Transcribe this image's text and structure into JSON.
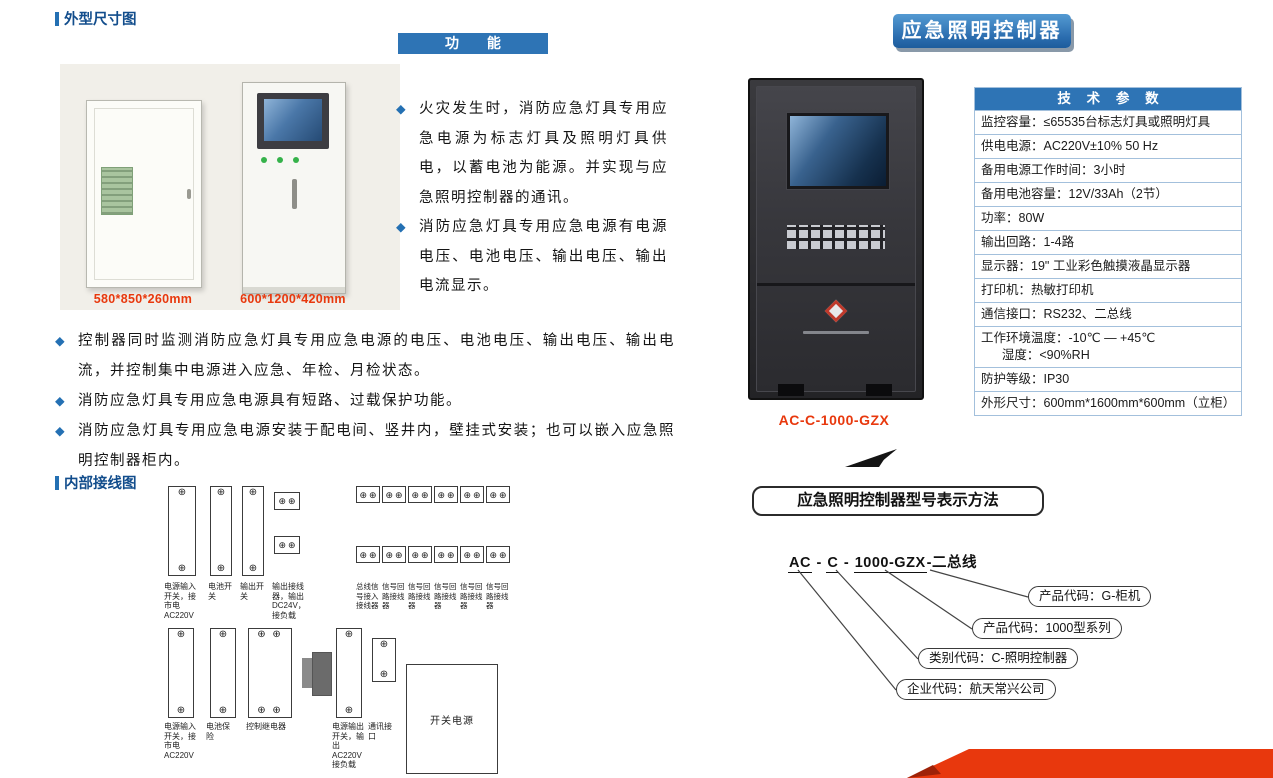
{
  "colors": {
    "accent_blue": "#2e74b5",
    "red_accent": "#e8380d",
    "table_border": "#a3c0dc"
  },
  "icons": {
    "bullet-diamond": "◆",
    "terminal-screw": "⊕",
    "arrow-icon": "black solid dart triangle",
    "red-ribbon": "red banner shape bottom-right"
  },
  "left": {
    "dimensions": {
      "title": "外型尺寸图",
      "small_label": "580*850*260mm",
      "large_label": "600*1200*420mm"
    },
    "functions": {
      "header": "功 能",
      "bullets": [
        "火灾发生时，消防应急灯具专用应急电源为标志灯具及照明灯具供电，以蓄电池为能源。并实现与应急照明控制器的通讯。",
        "消防应急灯具专用应急电源有电源电压、电池电压、输出电压、输出电流显示。"
      ]
    },
    "features": [
      "控制器同时监测消防应急灯具专用应急电源的电压、电池电压、输出电压、输出电流，并控制集中电源进入应急、年检、月检状态。",
      "消防应急灯具专用应急电源具有短路、过载保护功能。",
      "消防应急灯具专用应急电源安装于配电间、竖井内，壁挂式安装；也可以嵌入应急照明控制器柜内。"
    ],
    "wiring": {
      "title": "内部接线图",
      "top_labels": [
        "电源输入开关，接市电AC220V",
        "电池开关",
        "输出开关",
        "输出接线器，输出DC24V，接负载",
        "总线信号接入接线器",
        "信号回路接线器",
        "信号回路接线器",
        "信号回路接线器",
        "信号回路接线器",
        "信号回路接线器"
      ],
      "bottom_labels": [
        "电源输入开关，接市电AC220V",
        "电池保险",
        "控制继电器",
        "电源输出开关，输出AC220V接负载",
        "通讯接口",
        "开关电源"
      ]
    }
  },
  "right": {
    "title": "应急照明控制器",
    "product_model": "AC-C-1000-GZX",
    "tech": {
      "header": "技 术 参 数",
      "rows": [
        "监控容量：≤65535台标志灯具或照明灯具",
        "供电电源：AC220V±10% 50 Hz",
        "备用电源工作时间：3小时",
        "备用电池容量：12V/33Ah（2节）",
        "功率：80W",
        "输出回路：1-4路",
        "显示器：19\" 工业彩色触摸液晶显示器",
        "打印机：热敏打印机",
        "通信接口：RS232、二总线",
        "工作环境温度：-10℃ — +45℃\n      湿度：<90%RH",
        "防护等级：IP30",
        "外形尺寸：600mm*1600mm*600mm（立柜）"
      ]
    },
    "model_section": {
      "title": "应急照明控制器型号表示方法",
      "parts": [
        "AC",
        " - ",
        "C",
        " - ",
        "1000-GZX",
        "-二总线"
      ],
      "pills": [
        "产品代码：G-柜机",
        "产品代码：1000型系列",
        "类别代码：C-照明控制器",
        "企业代码：航天常兴公司"
      ]
    }
  }
}
